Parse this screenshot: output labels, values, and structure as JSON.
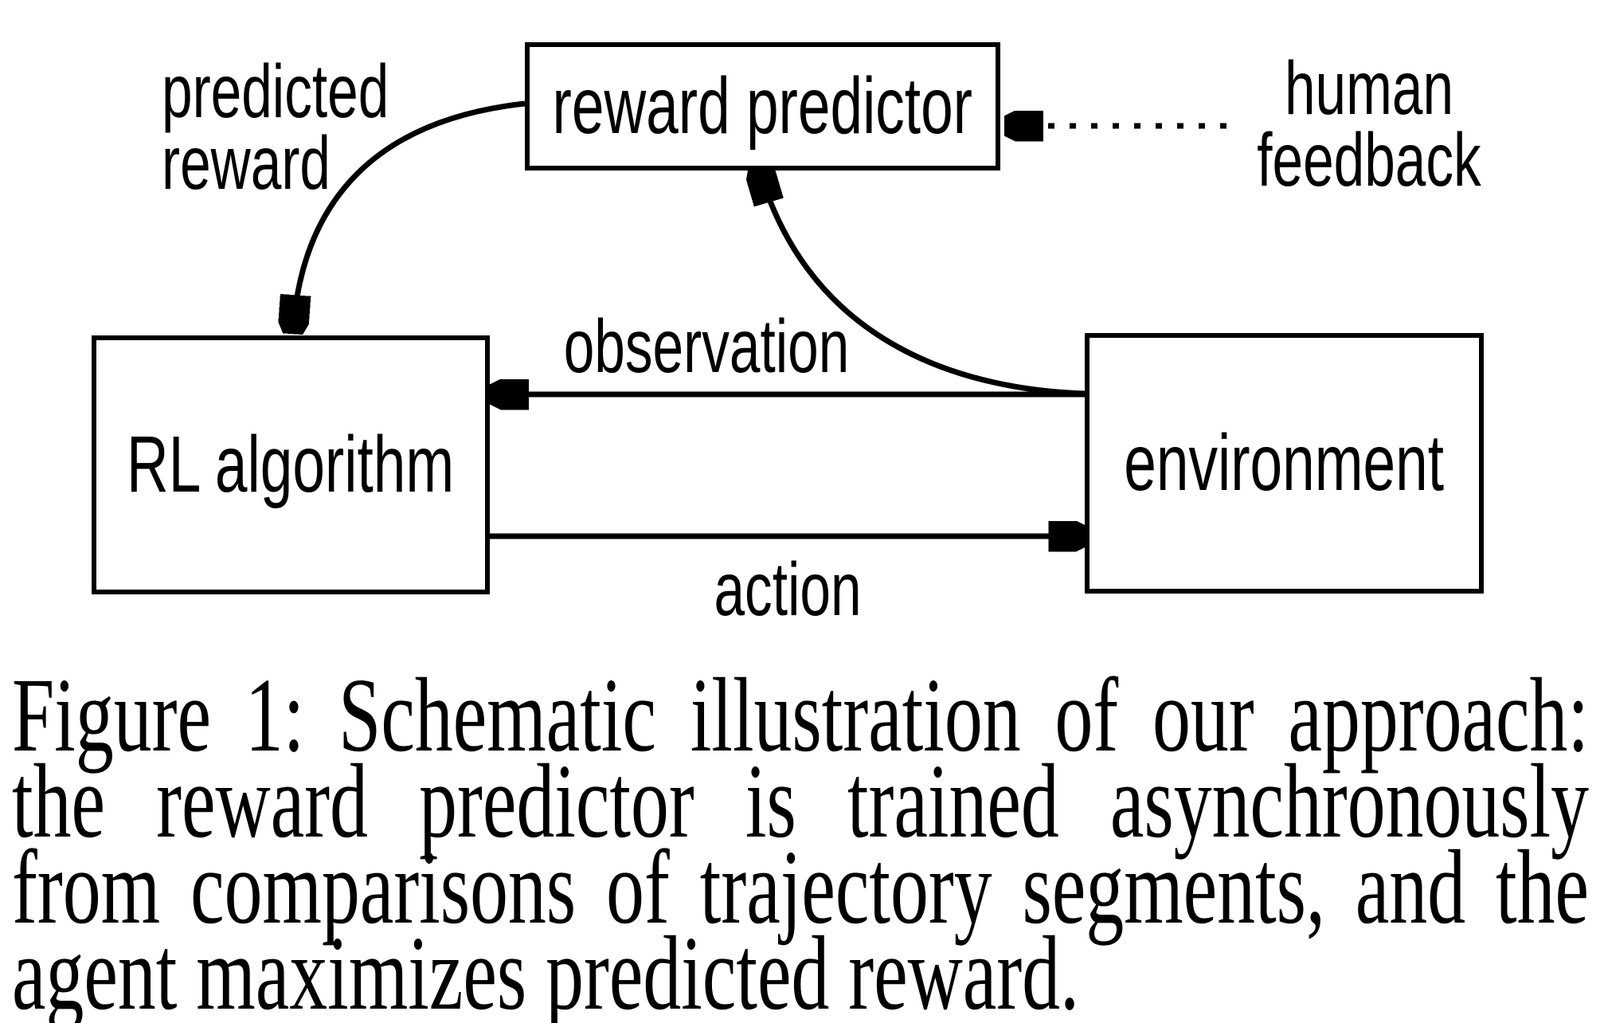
{
  "diagram": {
    "colors": {
      "ink": "#000000",
      "background": "#ffffff"
    },
    "boxes": {
      "reward_predictor": {
        "label": "reward predictor"
      },
      "rl_algorithm": {
        "label": "RL algorithm"
      },
      "environment": {
        "label": "environment"
      }
    },
    "edge_labels": {
      "predicted_reward": {
        "line1": "predicted",
        "line2": "reward"
      },
      "observation": "observation",
      "action": "action",
      "human_feedback": {
        "line1": "human",
        "line2": "feedback"
      }
    }
  },
  "caption": {
    "lines": [
      "Figure 1: Schematic illustration of our approach:",
      "the reward predictor is trained asynchronously",
      "from comparisons of trajectory segments, and the",
      "agent maximizes predicted reward."
    ]
  }
}
